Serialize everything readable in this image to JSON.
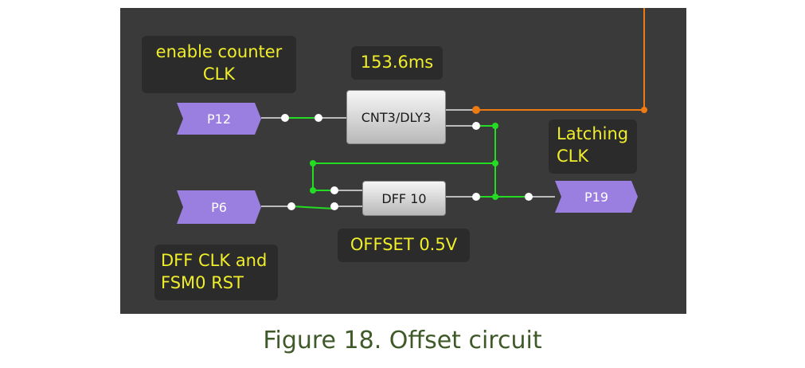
{
  "colors": {
    "canvas": "#3a3a3a",
    "note_bg": "#2b2b2b",
    "note_text": "#f0ee2a",
    "pin": "#9b7fe0",
    "wire_green": "#22dd22",
    "wire_orange": "#ee7a12",
    "wire_gray": "#bbbbbb",
    "caption": "#3f5a28"
  },
  "notes": {
    "enable": [
      "enable counter",
      "CLK"
    ],
    "delay": "153.6ms",
    "latching": [
      "Latching",
      "CLK"
    ],
    "offset": "OFFSET 0.5V",
    "dff_clk": [
      "DFF CLK and",
      "FSM0 RST"
    ]
  },
  "blocks": {
    "cnt": "CNT3/DLY3",
    "dff": "DFF 10"
  },
  "pins": {
    "p12": "P12",
    "p6": "P6",
    "p19": "P19"
  },
  "caption": "Figure 18. Offset circuit"
}
